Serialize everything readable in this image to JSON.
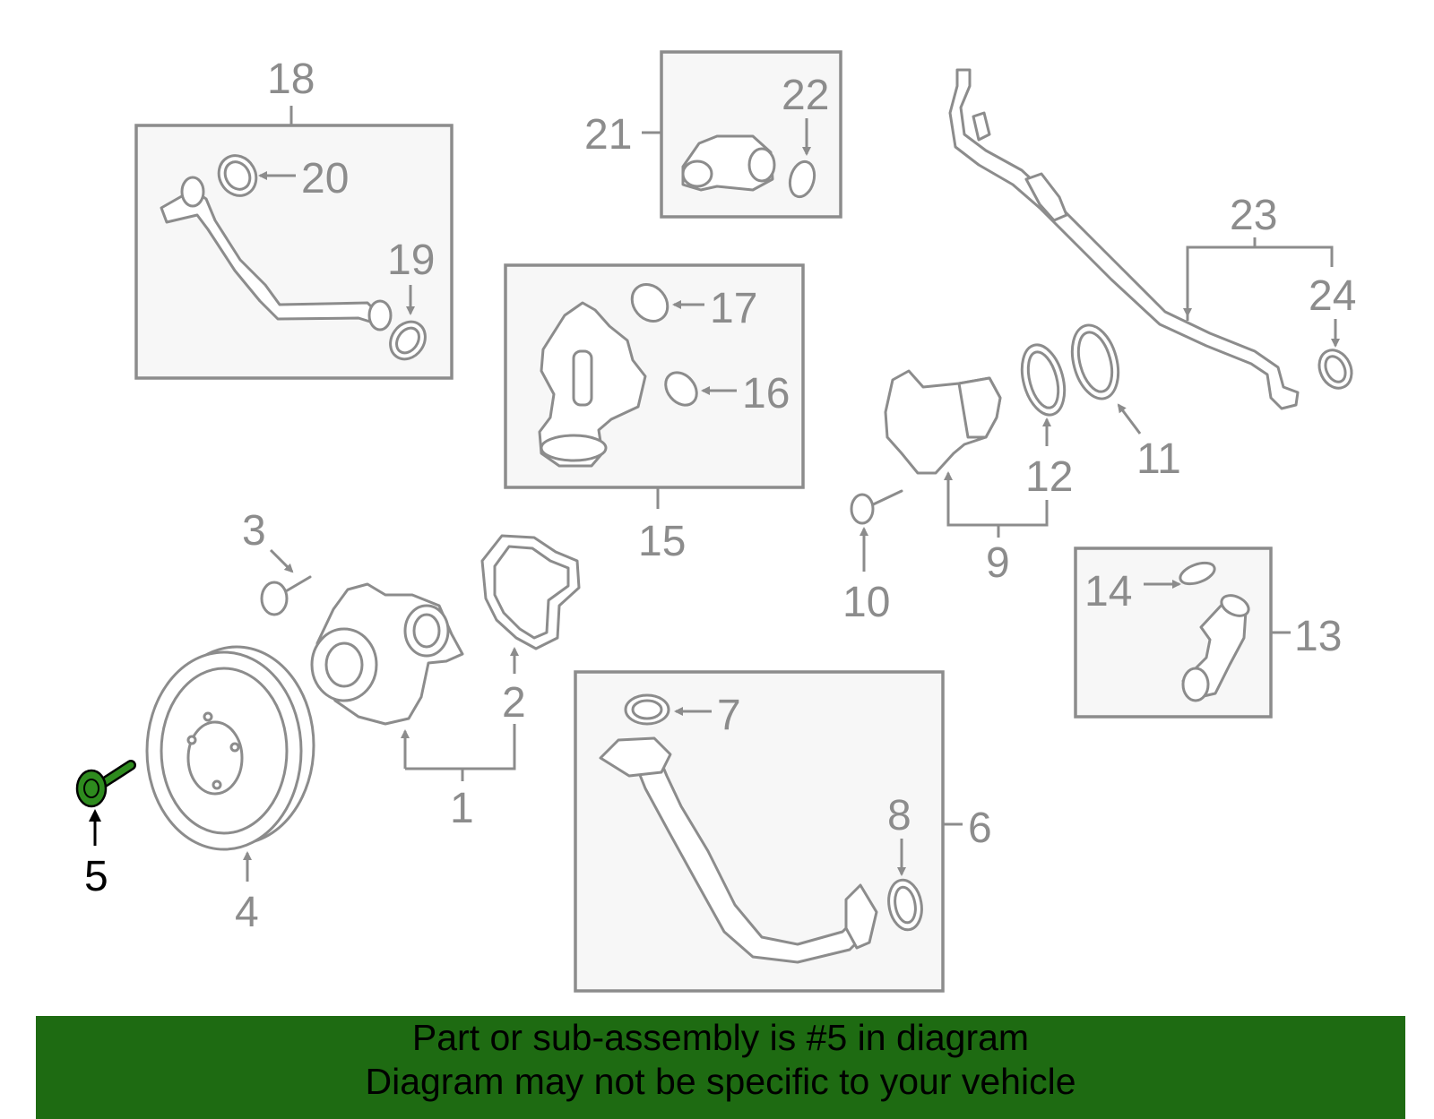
{
  "callouts": {
    "c1": "1",
    "c2": "2",
    "c3": "3",
    "c4": "4",
    "c5": "5",
    "c6": "6",
    "c7": "7",
    "c8": "8",
    "c9": "9",
    "c10": "10",
    "c11": "11",
    "c12": "12",
    "c13": "13",
    "c14": "14",
    "c15": "15",
    "c16": "16",
    "c17": "17",
    "c18": "18",
    "c19": "19",
    "c20": "20",
    "c21": "21",
    "c22": "22",
    "c23": "23",
    "c24": "24"
  },
  "highlight": {
    "part": "5",
    "color": "#2e8b1e"
  },
  "banner": {
    "line1": "Part or sub-assembly is #5 in diagram",
    "line2": "Diagram may not be specific to your vehicle",
    "background": "#1e6b12"
  }
}
